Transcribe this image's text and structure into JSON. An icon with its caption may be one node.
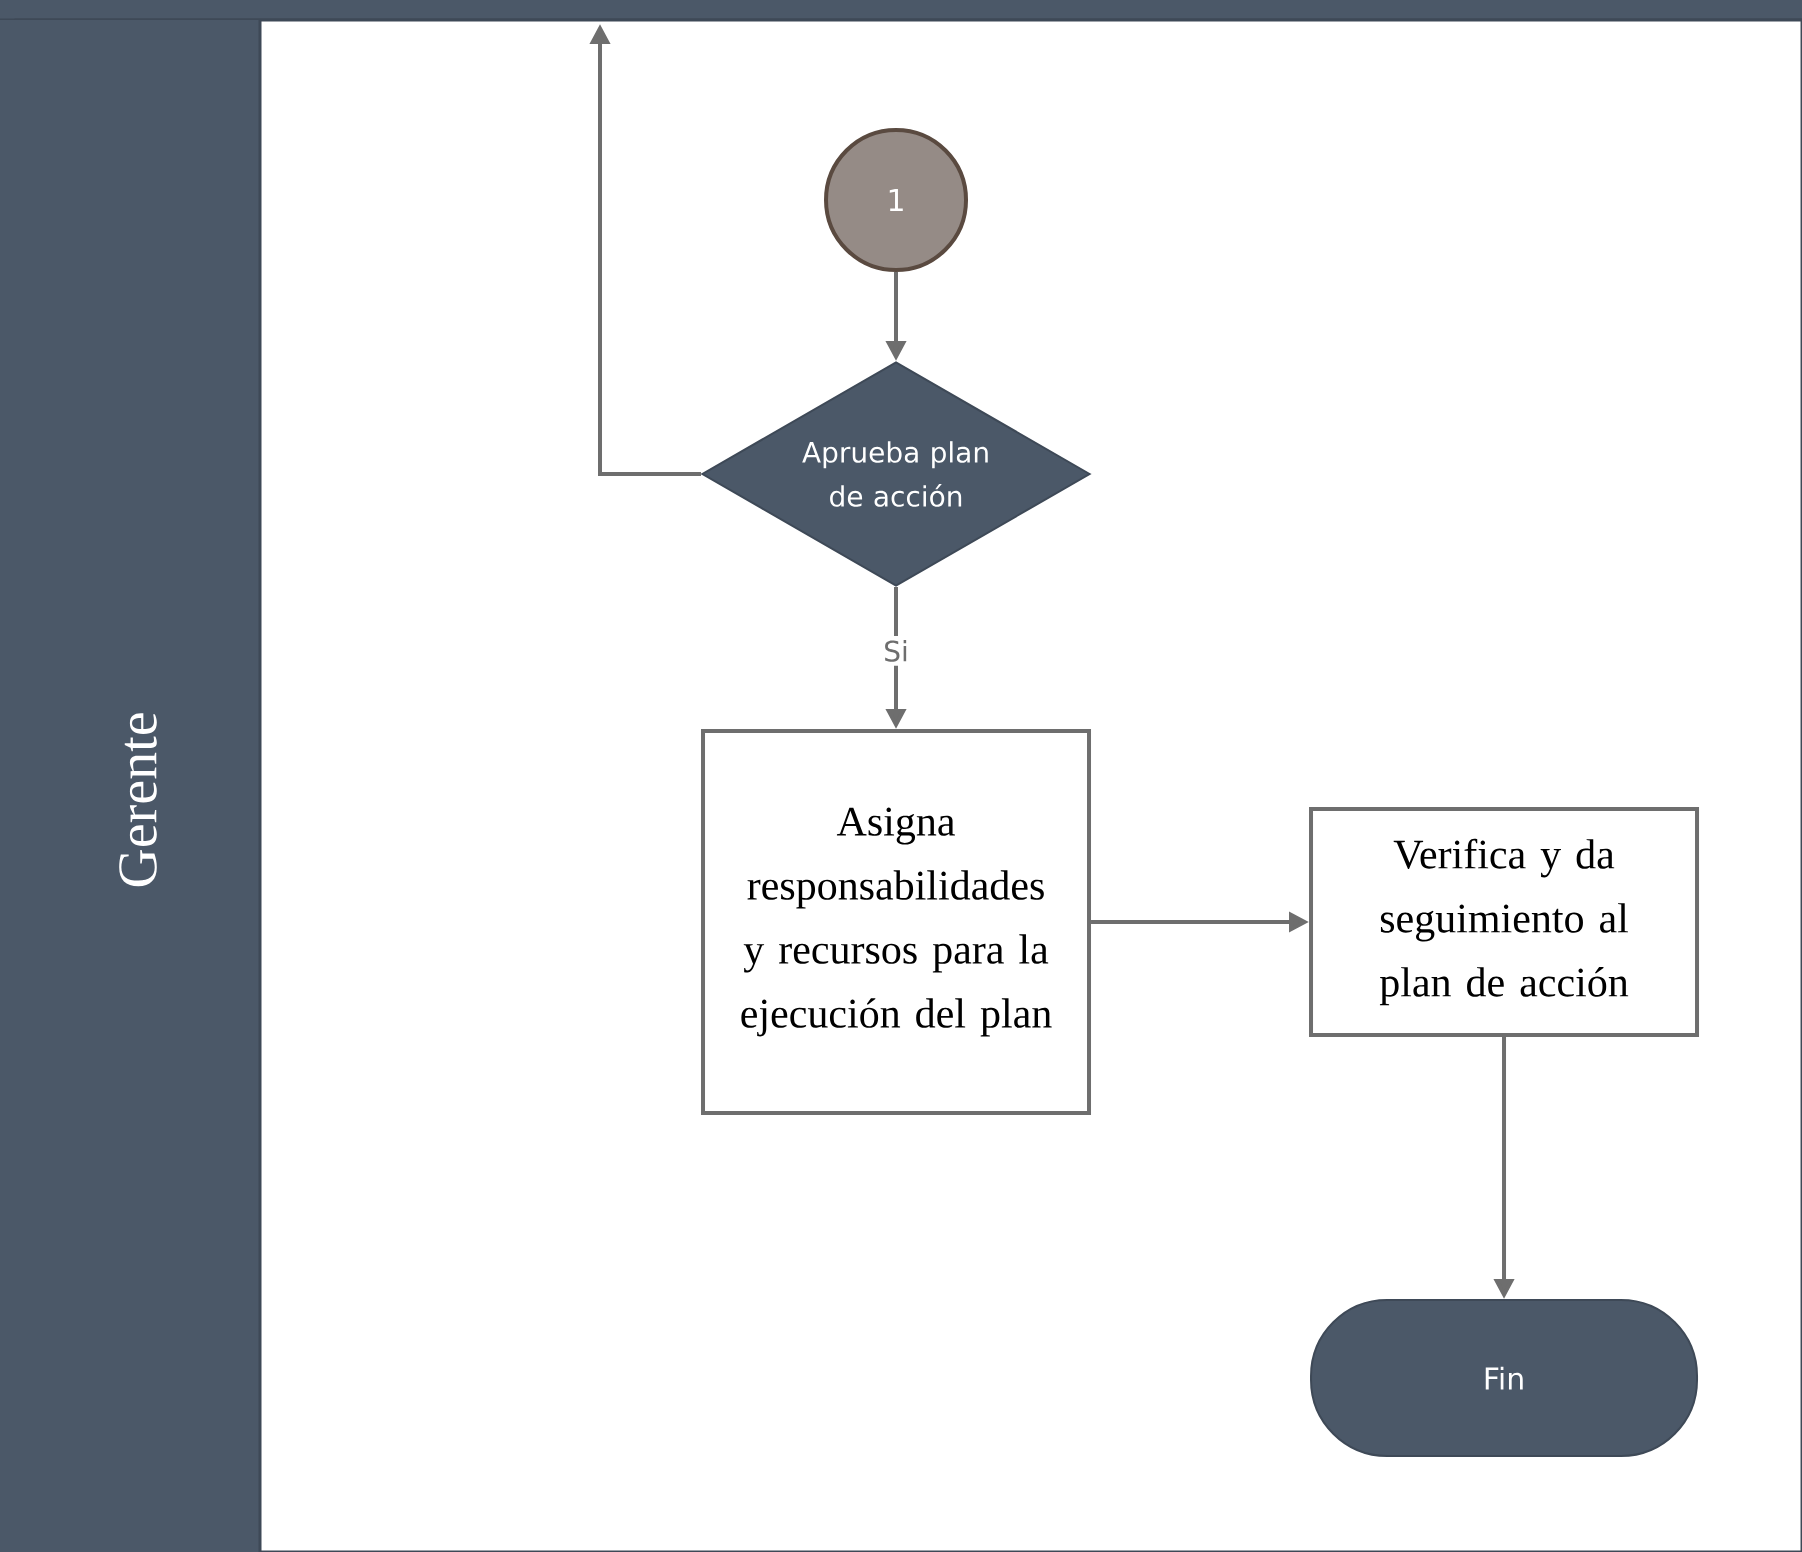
{
  "diagram": {
    "nodes": [
      {
        "text": [
          "Gerente"
        ]
      },
      {
        "text": [
          "1"
        ],
        "in": 0
      },
      {
        "text": [
          "Aprueba plan de acción"
        ],
        "in": 0
      },
      {
        "text": [
          "Asigna responsabilidades y recursos para la ejecución del plan"
        ],
        "in": 0
      },
      {
        "text": [
          "Verifica y da seguimiento al plan de acción"
        ],
        "in": 0
      },
      {
        "text": [
          "Fin"
        ],
        "in": 0
      }
    ],
    "edges": [
      {
        "from": 1,
        "to": 2,
        "arrow": "to"
      },
      {
        "from": 2,
        "to": null,
        "arrow": "to"
      },
      {
        "from": 2,
        "to": 3,
        "arrow": "to",
        "label": "Si"
      },
      {
        "from": 3,
        "to": 4,
        "arrow": "to"
      },
      {
        "from": 4,
        "to": 5,
        "arrow": "to"
      }
    ]
  }
}
